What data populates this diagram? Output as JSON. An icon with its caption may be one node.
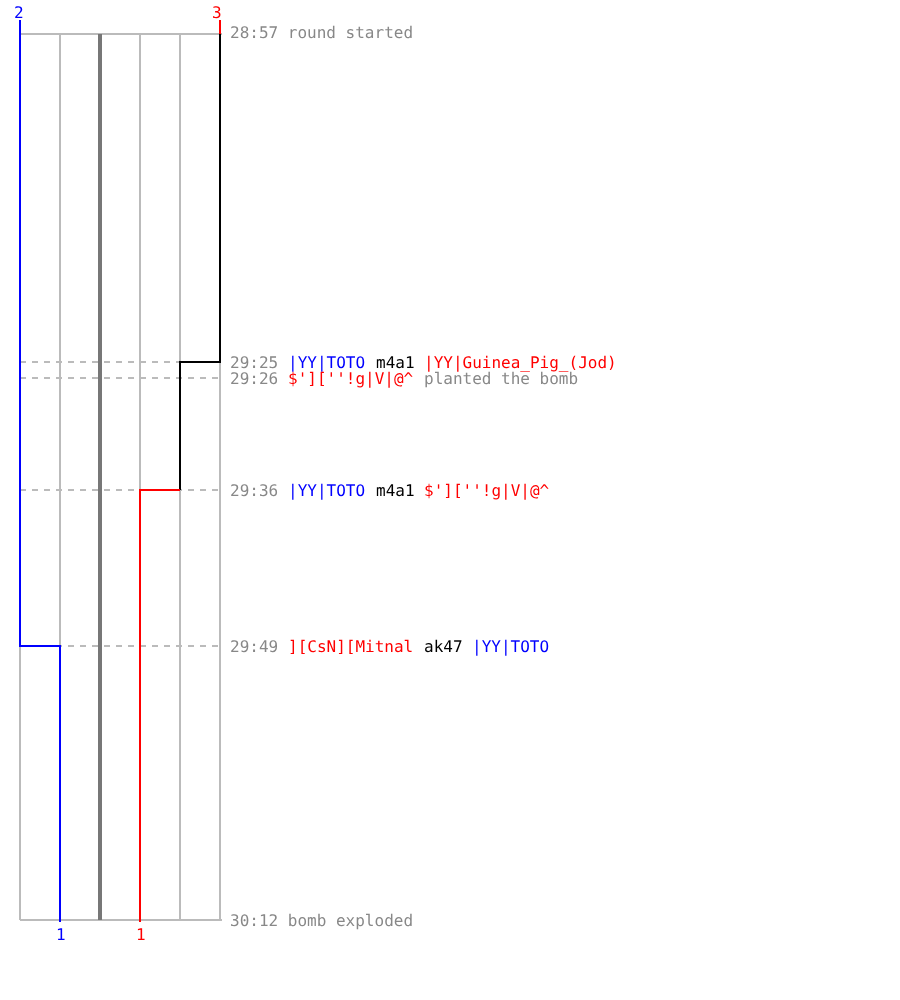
{
  "diagram": {
    "labels": [
      "2",
      "3",
      "28:57 round started",
      "29:25",
      "|YY|TOTO",
      "m4a1",
      "|YY|Guinea_Pig_(Jod)",
      "29:26",
      "$'][''!g|V|@^",
      "planted the bomb",
      "29:36",
      "|YY|TOTO",
      "m4a1",
      "$'][''!g|V|@^",
      "29:49",
      "][CsN][Mitnal",
      "ak47",
      "|YY|TOTO",
      "1",
      "1",
      "30:12 bomb exploded"
    ]
  }
}
